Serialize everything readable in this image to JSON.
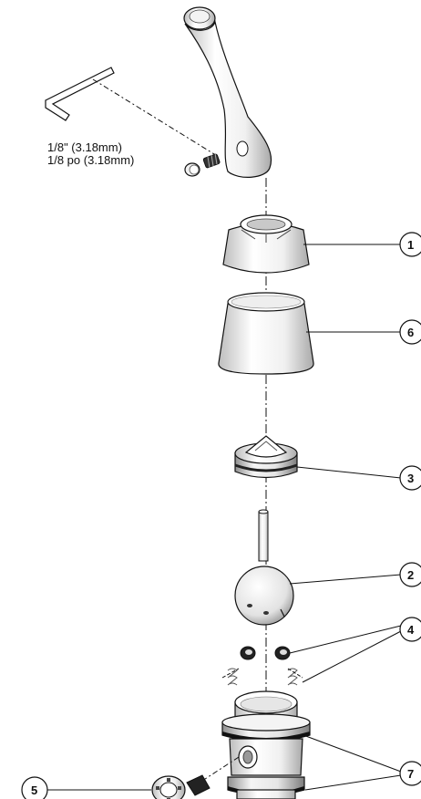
{
  "wrench_size": {
    "line1": "1/8\" (3.18mm)",
    "line2": "1/8 po (3.18mm)"
  },
  "callouts": {
    "c1": "1",
    "c6": "6",
    "c3": "3",
    "c2": "2",
    "c4": "4",
    "c7": "7",
    "c5": "5"
  },
  "colors": {
    "line": "#111111",
    "fill": "#ffffff",
    "shade": "#d9d9d9",
    "dark": "#222222"
  }
}
